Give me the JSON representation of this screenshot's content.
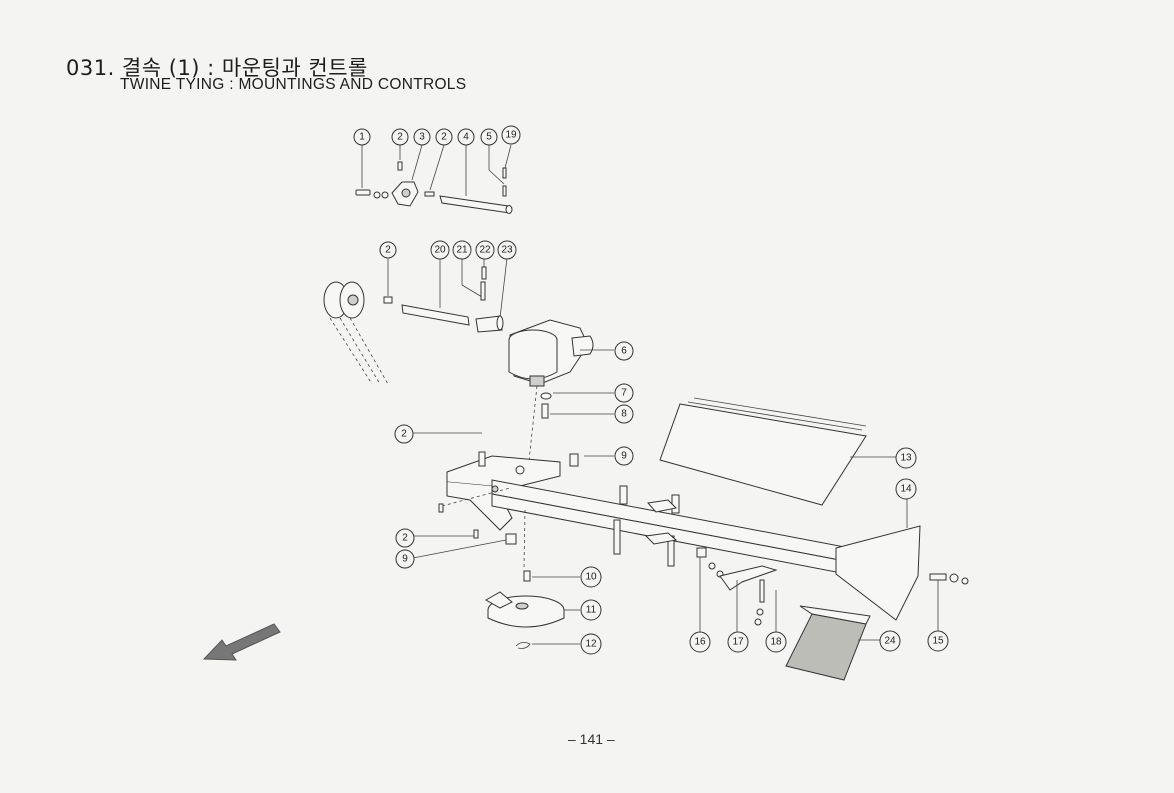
{
  "header": {
    "title_korean": "031. 결속 (1) : 마운팅과 컨트롤",
    "title_english": "TWINE TYING : MOUNTINGS AND CONTROLS"
  },
  "footer": {
    "page_number": "– 141 –"
  },
  "callouts": {
    "c1": "1",
    "c2": "2",
    "c3": "3",
    "c4": "4",
    "c5": "5",
    "c6": "6",
    "c7": "7",
    "c8": "8",
    "c9": "9",
    "c10": "10",
    "c11": "11",
    "c12": "12",
    "c13": "13",
    "c14": "14",
    "c15": "15",
    "c16": "16",
    "c17": "17",
    "c18": "18",
    "c19": "19",
    "c20": "20",
    "c21": "21",
    "c22": "22",
    "c23": "23",
    "c24": "24"
  },
  "icons": {
    "direction_arrow": "direction-arrow-icon"
  }
}
